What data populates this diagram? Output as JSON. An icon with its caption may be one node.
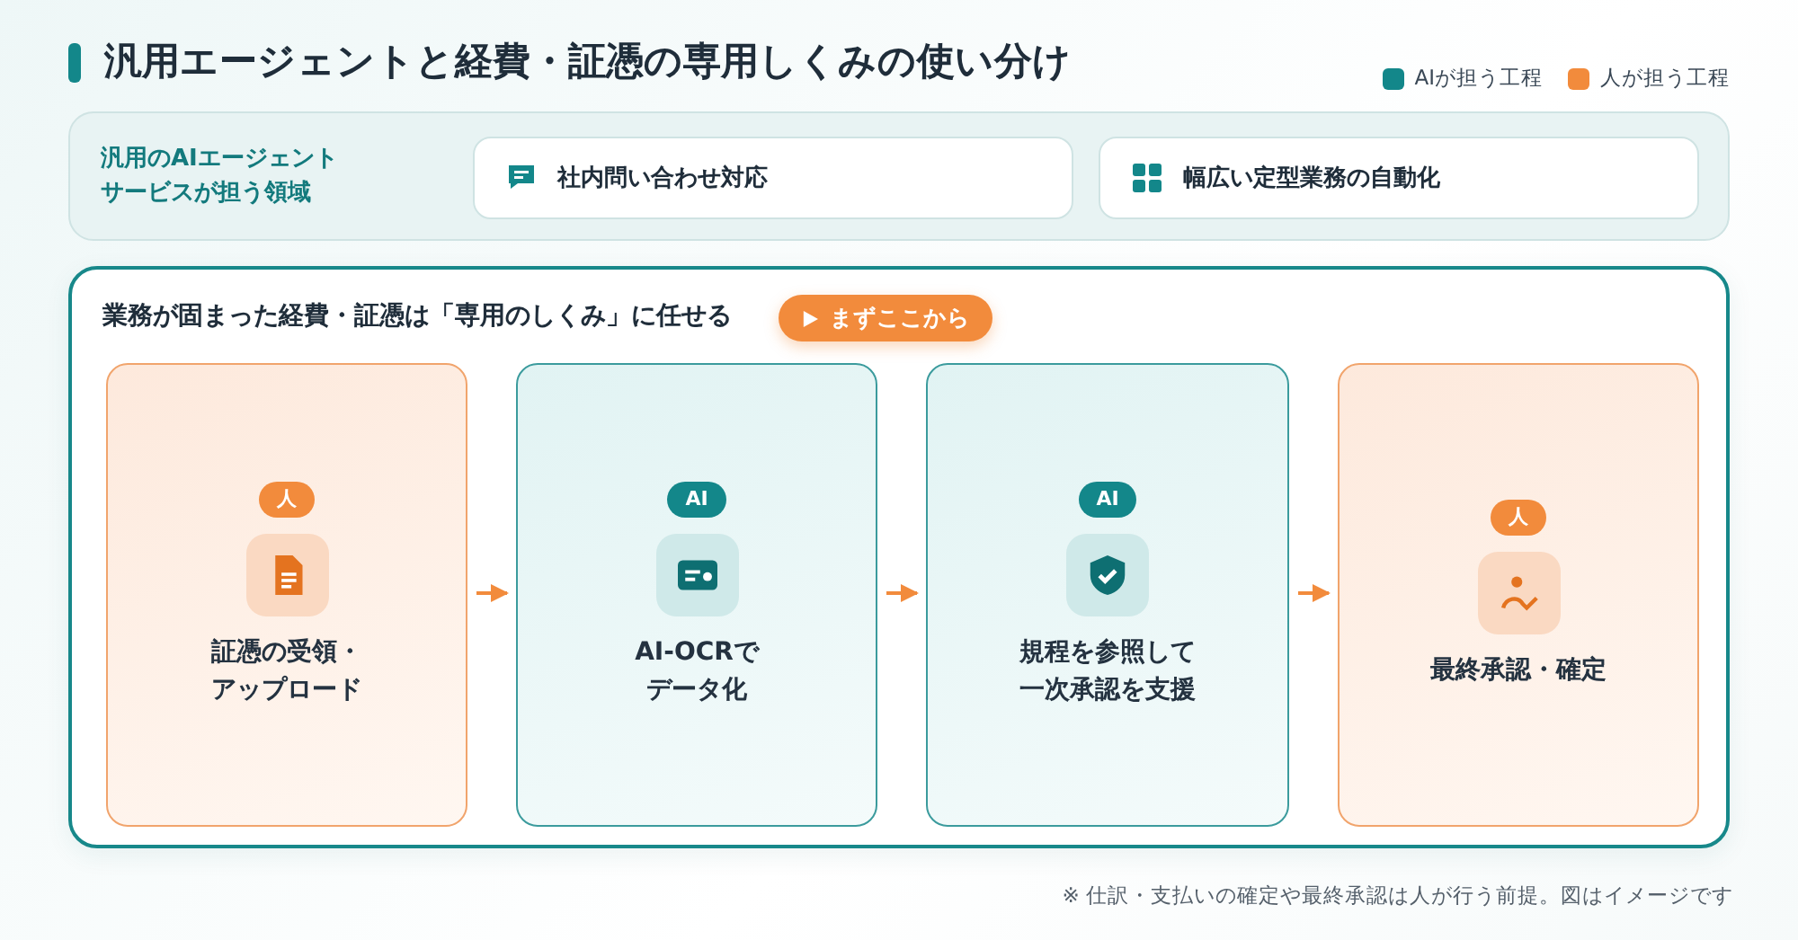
{
  "diagram": {
    "title": "汎用エージェントと経費・証憑の専用しくみの使い分け",
    "caption": "※ 仕訳・支払いの確定や最終承認は人が行う前提。図はイメージです",
    "nodes": [
      {
        "text": [
          "汎用のAIエージェントサービスが担う領域"
        ]
      },
      {
        "text": [
          "社内問い合わせ対応"
        ],
        "in": 0
      },
      {
        "text": [
          "幅広い定型業務の自動化"
        ],
        "in": 0
      },
      {
        "text": [
          "業務が固まった経費・証憑は「専用のしくみ」に任せる"
        ]
      },
      {
        "text": [
          "まずここから"
        ],
        "in": 3
      },
      {
        "text": [
          "人",
          "証憑の受領・アップロード"
        ],
        "in": 3
      },
      {
        "text": [
          "AI",
          "AI-OCRでデータ化"
        ],
        "in": 3
      },
      {
        "text": [
          "AI",
          "規程を参照して一次承認を支援"
        ],
        "in": 3
      },
      {
        "text": [
          "人",
          "最終承認・確定"
        ],
        "in": 3
      }
    ],
    "edges": [
      {
        "from": 5,
        "to": 6,
        "arrow": "to"
      },
      {
        "from": 6,
        "to": 7,
        "arrow": "to"
      },
      {
        "from": 7,
        "to": 8,
        "arrow": "to"
      }
    ],
    "legend": [
      {
        "text": "AIが担う工程",
        "color": "#13878a"
      },
      {
        "text": "人が担う工程",
        "color": "#f28b3c"
      }
    ]
  }
}
